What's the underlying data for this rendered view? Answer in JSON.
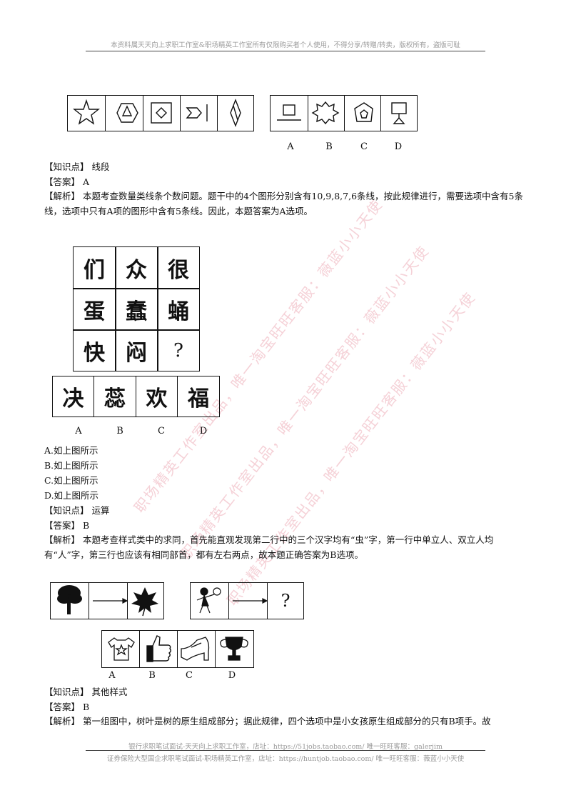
{
  "header": {
    "notice": "本资料属天天向上求职工作室&职场精英工作室所有仅限购买者个人使用，不得分享/转赠/转卖，版权所有，盗版可耻"
  },
  "q1": {
    "option_labels": [
      "A",
      "B",
      "C",
      "D"
    ],
    "knowledge": "【知识点】  线段",
    "answer": "【答案】 A",
    "analysis": "【解析】  本题考查数量类线条个数问题。题干中的4个图形分别含有10,9,8,7,6条线，按此规律进行，需要选项中含有5条线，选项中只有A项的图形中含有5条线。因此，本题答案为A选项。"
  },
  "q2": {
    "grid": [
      "们",
      "众",
      "很",
      "蛋",
      "蠢",
      "蛹",
      "快",
      "闷",
      "?"
    ],
    "options": [
      "决",
      "蕊",
      "欢",
      "福"
    ],
    "option_labels": [
      "A",
      "B",
      "C",
      "D"
    ],
    "choices": [
      "A.如上图所示",
      "B.如上图所示",
      "C.如上图所示",
      "D.如上图所示"
    ],
    "knowledge": "【知识点】  运算",
    "answer": "【答案】 B",
    "analysis": "【解析】  本题考查样式类中的求同，首先能直观发现第二行中的三个汉字均有“虫”字，第一行中单立人、双立人均有“人”字，第三行也应该有相同部首，都有左右两点，故本题正确答案为B选项。"
  },
  "q3": {
    "question_mark": "?",
    "option_labels": [
      "A",
      "B",
      "C",
      "D"
    ],
    "knowledge": "【知识点】  其他样式",
    "answer": "【答案】 B",
    "analysis": "【解析】  第一组图中，树叶是树的原生组成部分；据此规律，四个选项中是小女孩原生组成部分的只有B项手。故"
  },
  "footer": {
    "line1": "银行求职笔试面试-天天向上求职工作室，店址：https://51jobs.taobao.com/  唯一旺旺客服：galerjim",
    "line2": "证券保险大型国企求职笔试面试-职场精英工作室，店址：https://huntjob.taobao.com/  唯一旺旺客服：薇蓝小小天使"
  },
  "watermarks": [
    "职场精英工作室出品，唯一淘宝旺旺客服：薇蓝小小天使",
    "职场精英工作室出品，唯一淘宝旺旺客服：薇蓝小小天使",
    "职场精英工作室出品，唯一淘宝旺旺客服：薇蓝小小天使"
  ]
}
